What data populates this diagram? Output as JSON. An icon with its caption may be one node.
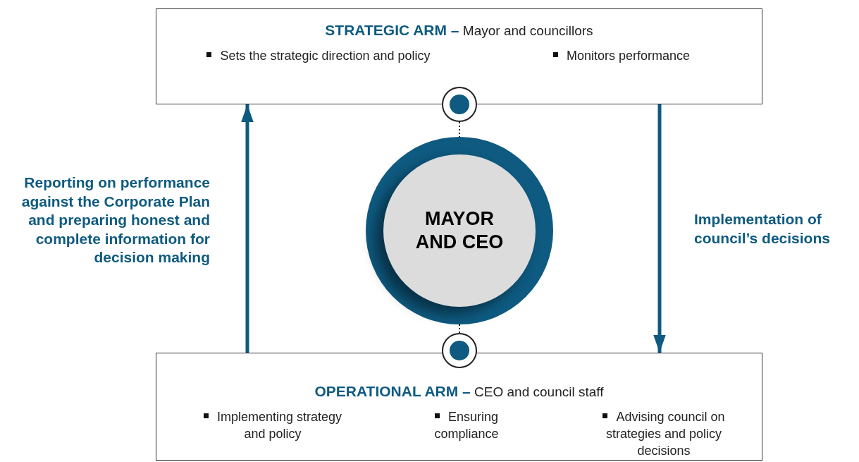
{
  "diagram": {
    "nodes": [
      {
        "text": [
          "**STRATEGIC ARM –** Mayor and councillors",
          "Sets the strategic direction and policy",
          "Monitors performance"
        ]
      },
      {
        "text": [],
        "shape": "circle"
      },
      {
        "text": [
          "MAYOR AND CEO"
        ]
      },
      {
        "text": [],
        "shape": "circle"
      },
      {
        "text": [
          "**OPERATIONAL ARM –** CEO and council staff",
          "Implementing strategy and policy",
          "Ensuring compliance",
          "Advising council on strategies and policy decisions"
        ]
      }
    ],
    "edges": [
      {
        "from": 4,
        "to": 0,
        "arrow": "to",
        "style": "thick"
      },
      {
        "from": 0,
        "to": 4,
        "arrow": "to",
        "style": "thick"
      },
      {
        "from": 1,
        "to": 2,
        "arrow": "none",
        "style": "dashed",
        "color": "#222222"
      },
      {
        "from": 2,
        "to": 3,
        "arrow": "none",
        "style": "dashed",
        "color": "#222222"
      }
    ],
    "labels": [
      "Reporting on performance against the Corporate Plan and preparing honest and complete information for decision making",
      "Implementation of council’s decisions"
    ]
  }
}
